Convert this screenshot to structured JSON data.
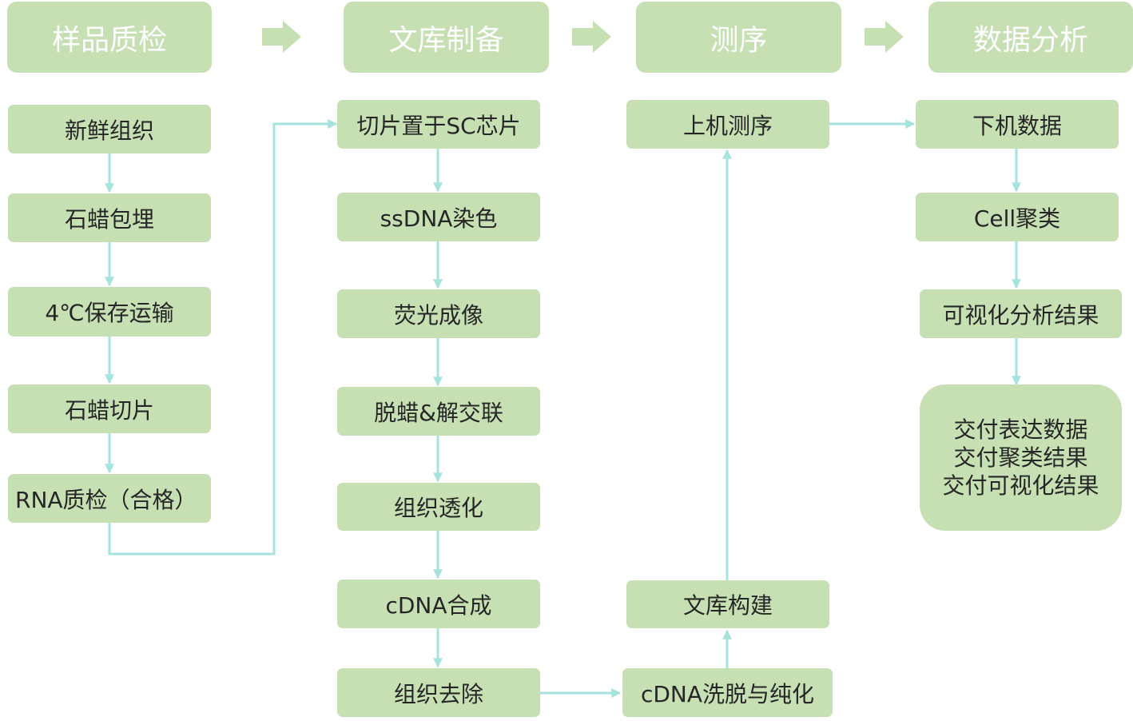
{
  "colors": {
    "box_fill": "#c6e0b4",
    "connector": "#a6e3de",
    "header_text": "#ffffff",
    "body_text": "#262626"
  },
  "stages": [
    {
      "label": "样品质检"
    },
    {
      "label": "文库制备"
    },
    {
      "label": "测序"
    },
    {
      "label": "数据分析"
    }
  ],
  "sample_qc": {
    "steps": [
      "新鲜组织",
      "石蜡包埋",
      "4℃保存运输",
      "石蜡切片",
      "RNA质检（合格）"
    ]
  },
  "library_prep": {
    "steps": [
      "切片置于SC芯片",
      "ssDNA染色",
      "荧光成像",
      "脱蜡&解交联",
      "组织透化",
      "cDNA合成",
      "组织去除"
    ]
  },
  "sequencing": {
    "steps": [
      "cDNA洗脱与纯化",
      "文库构建",
      "上机测序"
    ]
  },
  "analysis": {
    "steps": [
      "下机数据",
      "Cell聚类",
      "可视化分析结果"
    ],
    "deliverables": [
      "交付表达数据",
      "交付聚类结果",
      "交付可视化结果"
    ]
  },
  "icons": {
    "stage_arrow": "right-block-arrow-icon"
  }
}
